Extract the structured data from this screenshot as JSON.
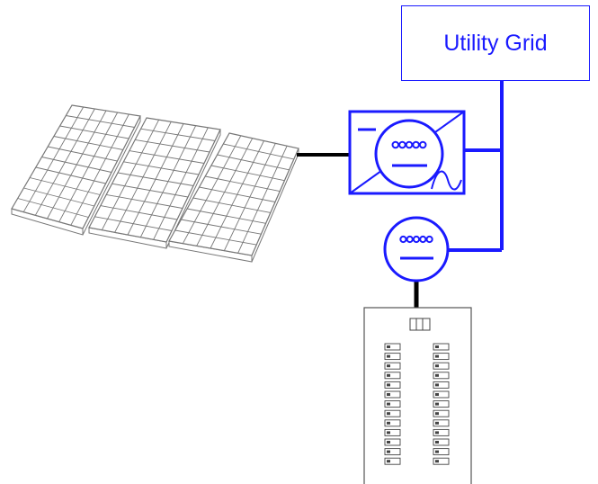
{
  "utility_grid": {
    "label": "Utility Grid"
  },
  "colors": {
    "wire_blue": "#1a1aff",
    "wire_black": "#000000",
    "panel_outline": "#777777",
    "meter_dial": "#1a1aff"
  },
  "icons": {
    "solar_array": "solar-panel-icon",
    "inverter": "inverter-icon",
    "net_meter": "electric-meter-icon",
    "breaker_panel": "breaker-panel-icon"
  },
  "counts": {
    "solar_panels": 3,
    "breaker_rows": 13,
    "breaker_columns": 2
  }
}
